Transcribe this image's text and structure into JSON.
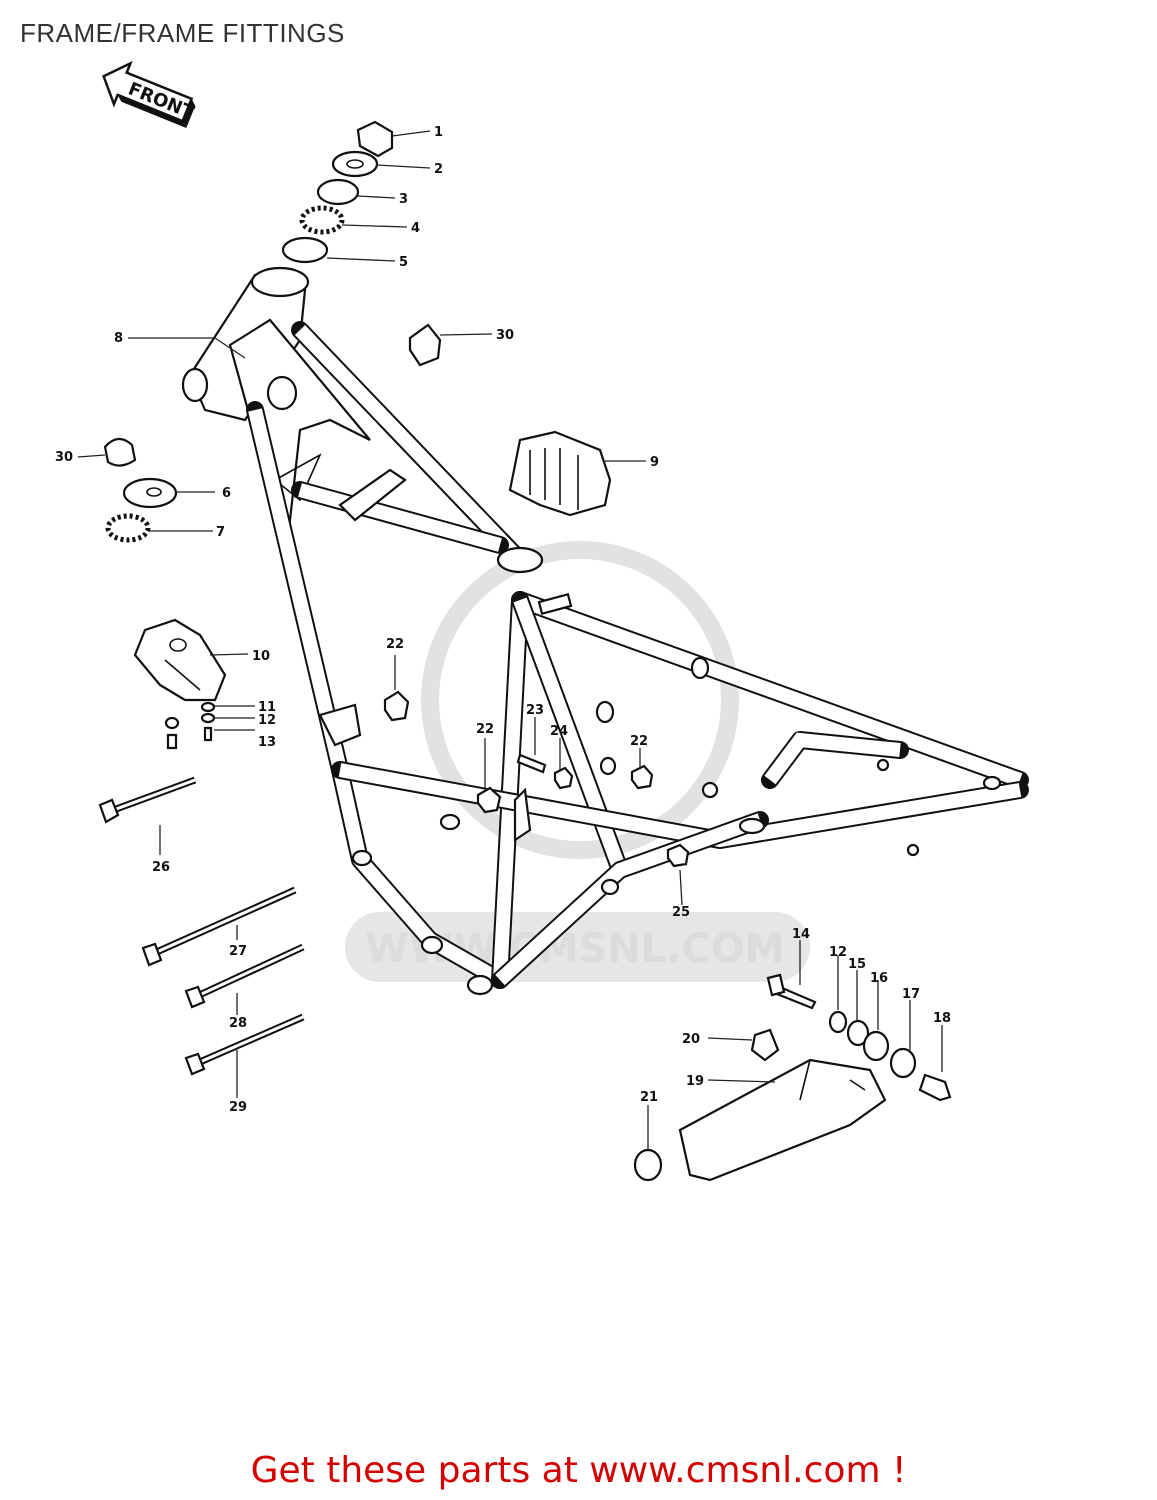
{
  "title": "FRAME/FRAME FITTINGS",
  "front_arrow_label": "FRONT",
  "watermark_text": "WWW.CMSNL.COM",
  "footer_cta": "Get these parts at www.cmsnl.com !",
  "callouts": [
    "1",
    "2",
    "3",
    "4",
    "5",
    "30",
    "8",
    "30",
    "6",
    "7",
    "9",
    "10",
    "11",
    "12",
    "13",
    "22",
    "23",
    "24",
    "22",
    "22",
    "26",
    "25",
    "27",
    "14",
    "12",
    "15",
    "16",
    "17",
    "18",
    "20",
    "19",
    "21",
    "28",
    "29"
  ],
  "colors": {
    "cta": "#d40000",
    "line": "#111111",
    "watermark": "#dcdcdc"
  }
}
